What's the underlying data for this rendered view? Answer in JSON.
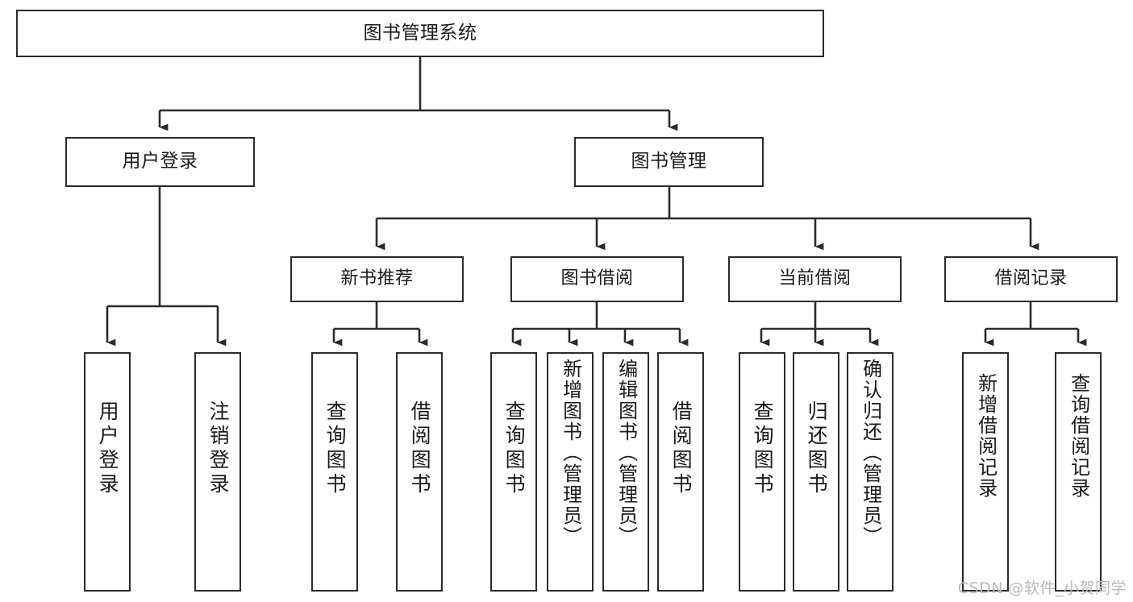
{
  "diagram": {
    "title": "图书管理系统",
    "type": "tree-hierarchy-chart",
    "orientation": "top-down",
    "colors": {
      "box_border": "#2b2b2b",
      "box_fill": "#ffffff",
      "edge": "#2b2b2b",
      "text": "#1a1a1a",
      "watermark": "#b9b9b9",
      "background": "#ffffff"
    },
    "root": {
      "label": "图书管理系统"
    },
    "level2": [
      {
        "id": "user-login",
        "label": "用户登录"
      },
      {
        "id": "book-manage",
        "label": "图书管理"
      }
    ],
    "level3": [
      {
        "id": "new-book-recommend",
        "label": "新书推荐",
        "parent": "book-manage"
      },
      {
        "id": "book-borrow",
        "label": "图书借阅",
        "parent": "book-manage"
      },
      {
        "id": "current-borrow",
        "label": "当前借阅",
        "parent": "book-manage"
      },
      {
        "id": "borrow-record",
        "label": "借阅记录",
        "parent": "book-manage"
      }
    ],
    "leaves": {
      "user-login": [
        {
          "id": "leaf-user-login",
          "label": "用户登录"
        },
        {
          "id": "leaf-user-logout",
          "label": "注销登录"
        }
      ],
      "new-book-recommend": [
        {
          "id": "leaf-query-book-1",
          "label": "查询图书"
        },
        {
          "id": "leaf-borrow-book-1",
          "label": "借阅图书"
        }
      ],
      "book-borrow": [
        {
          "id": "leaf-query-book-2",
          "label": "查询图书"
        },
        {
          "id": "leaf-add-book",
          "label": "新增图书（管理员）"
        },
        {
          "id": "leaf-edit-book",
          "label": "编辑图书（管理员）"
        },
        {
          "id": "leaf-borrow-book-2",
          "label": "借阅图书"
        }
      ],
      "current-borrow": [
        {
          "id": "leaf-query-book-3",
          "label": "查询图书"
        },
        {
          "id": "leaf-return-book",
          "label": "归还图书"
        },
        {
          "id": "leaf-confirm-return",
          "label": "确认归还（管理员）"
        }
      ],
      "borrow-record": [
        {
          "id": "leaf-add-record",
          "label": "新增借阅记录"
        },
        {
          "id": "leaf-query-record",
          "label": "查询借阅记录"
        }
      ]
    }
  },
  "watermark": {
    "text": "CSDN @软件_小贺同学"
  }
}
